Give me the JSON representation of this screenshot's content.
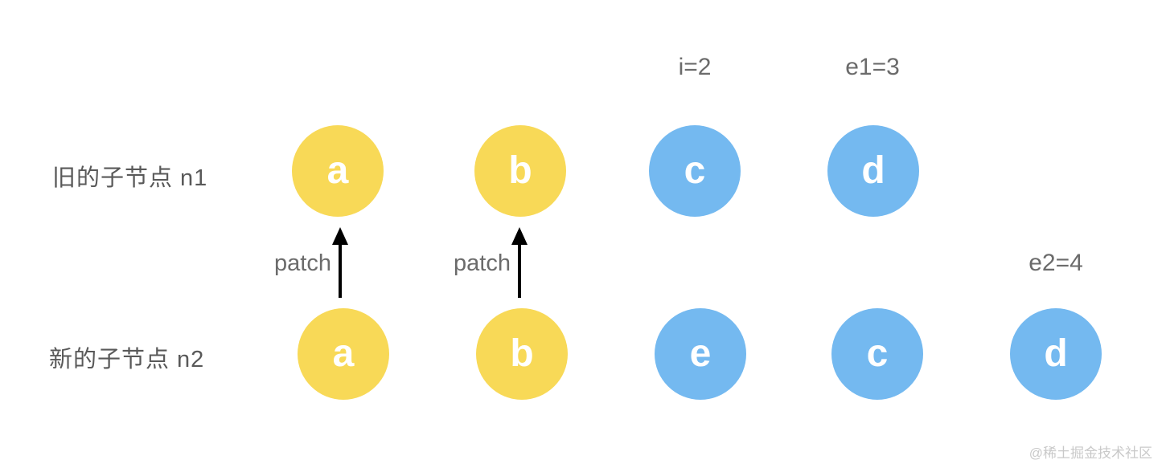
{
  "colors": {
    "background": "#FFFFFF",
    "node_yellow": "#F8D957",
    "node_blue": "#74B9F0",
    "node_letter": "#FFFFFF",
    "row_label": "#595959",
    "annotation": "#6B6B6B",
    "patch_label": "#6B6B6B",
    "arrow": "#000000",
    "watermark": "#C9C9C9"
  },
  "rows": {
    "old": {
      "label": "旧的子节点 n1",
      "nodes": [
        {
          "letter": "a",
          "color": "yellow"
        },
        {
          "letter": "b",
          "color": "yellow"
        },
        {
          "letter": "c",
          "color": "blue"
        },
        {
          "letter": "d",
          "color": "blue"
        }
      ]
    },
    "new": {
      "label": "新的子节点 n2",
      "nodes": [
        {
          "letter": "a",
          "color": "yellow"
        },
        {
          "letter": "b",
          "color": "yellow"
        },
        {
          "letter": "e",
          "color": "blue"
        },
        {
          "letter": "c",
          "color": "blue"
        },
        {
          "letter": "d",
          "color": "blue"
        }
      ]
    }
  },
  "annotations": {
    "i_label": "i=2",
    "e1_label": "e1=3",
    "e2_label": "e2=4"
  },
  "arrows": {
    "patch_labels": [
      "patch",
      "patch"
    ]
  },
  "watermark": "@稀土掘金技术社区"
}
